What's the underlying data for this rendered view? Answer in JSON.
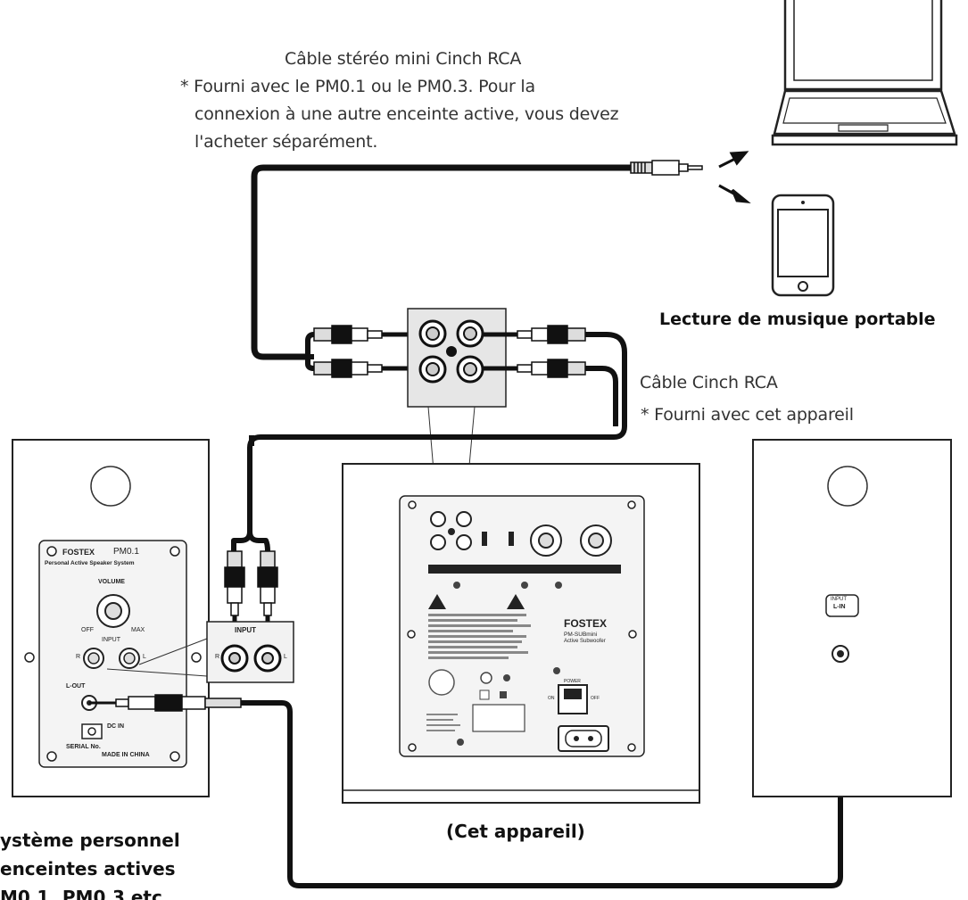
{
  "labels": {
    "cable_stereo_title": "Câble stéréo mini Cinch RCA",
    "cable_stereo_note_1": "* Fourni avec le PM0.1 ou le PM0.3. Pour la",
    "cable_stereo_note_2": "connexion à une autre enceinte active, vous devez",
    "cable_stereo_note_3": "l'acheter séparément.",
    "portable_music": "Lecture de musique portable",
    "cable_rca_title": "Câble Cinch RCA",
    "cable_rca_note": "* Fourni avec cet appareil",
    "this_unit": "(Cet appareil)",
    "speaker_system_1": "ystème personnel",
    "speaker_system_2": "enceintes actives",
    "speaker_system_3": "M0.1, PM0.3 etc"
  },
  "left_speaker_panel": {
    "brand": "FOSTEX",
    "model": "PM0.1",
    "subtitle": "Personal Active Speaker System",
    "volume": "VOLUME",
    "off": "OFF",
    "max": "MAX",
    "input": "INPUT",
    "r": "R",
    "l": "L",
    "l_out": "L-OUT",
    "dc_in": "DC IN",
    "serial": "SERIAL No.",
    "made_in": "MADE IN CHINA"
  },
  "input_callout": {
    "input": "INPUT",
    "r": "R",
    "l": "L"
  },
  "subwoofer_panel": {
    "brand": "FOSTEX",
    "model": "PM-SUBmini",
    "subtitle": "Active Subwoofer",
    "on": "ON",
    "off": "OFF",
    "power": "POWER"
  },
  "right_speaker": {
    "label_line1": "INPUT",
    "label_line2": "L-IN"
  }
}
